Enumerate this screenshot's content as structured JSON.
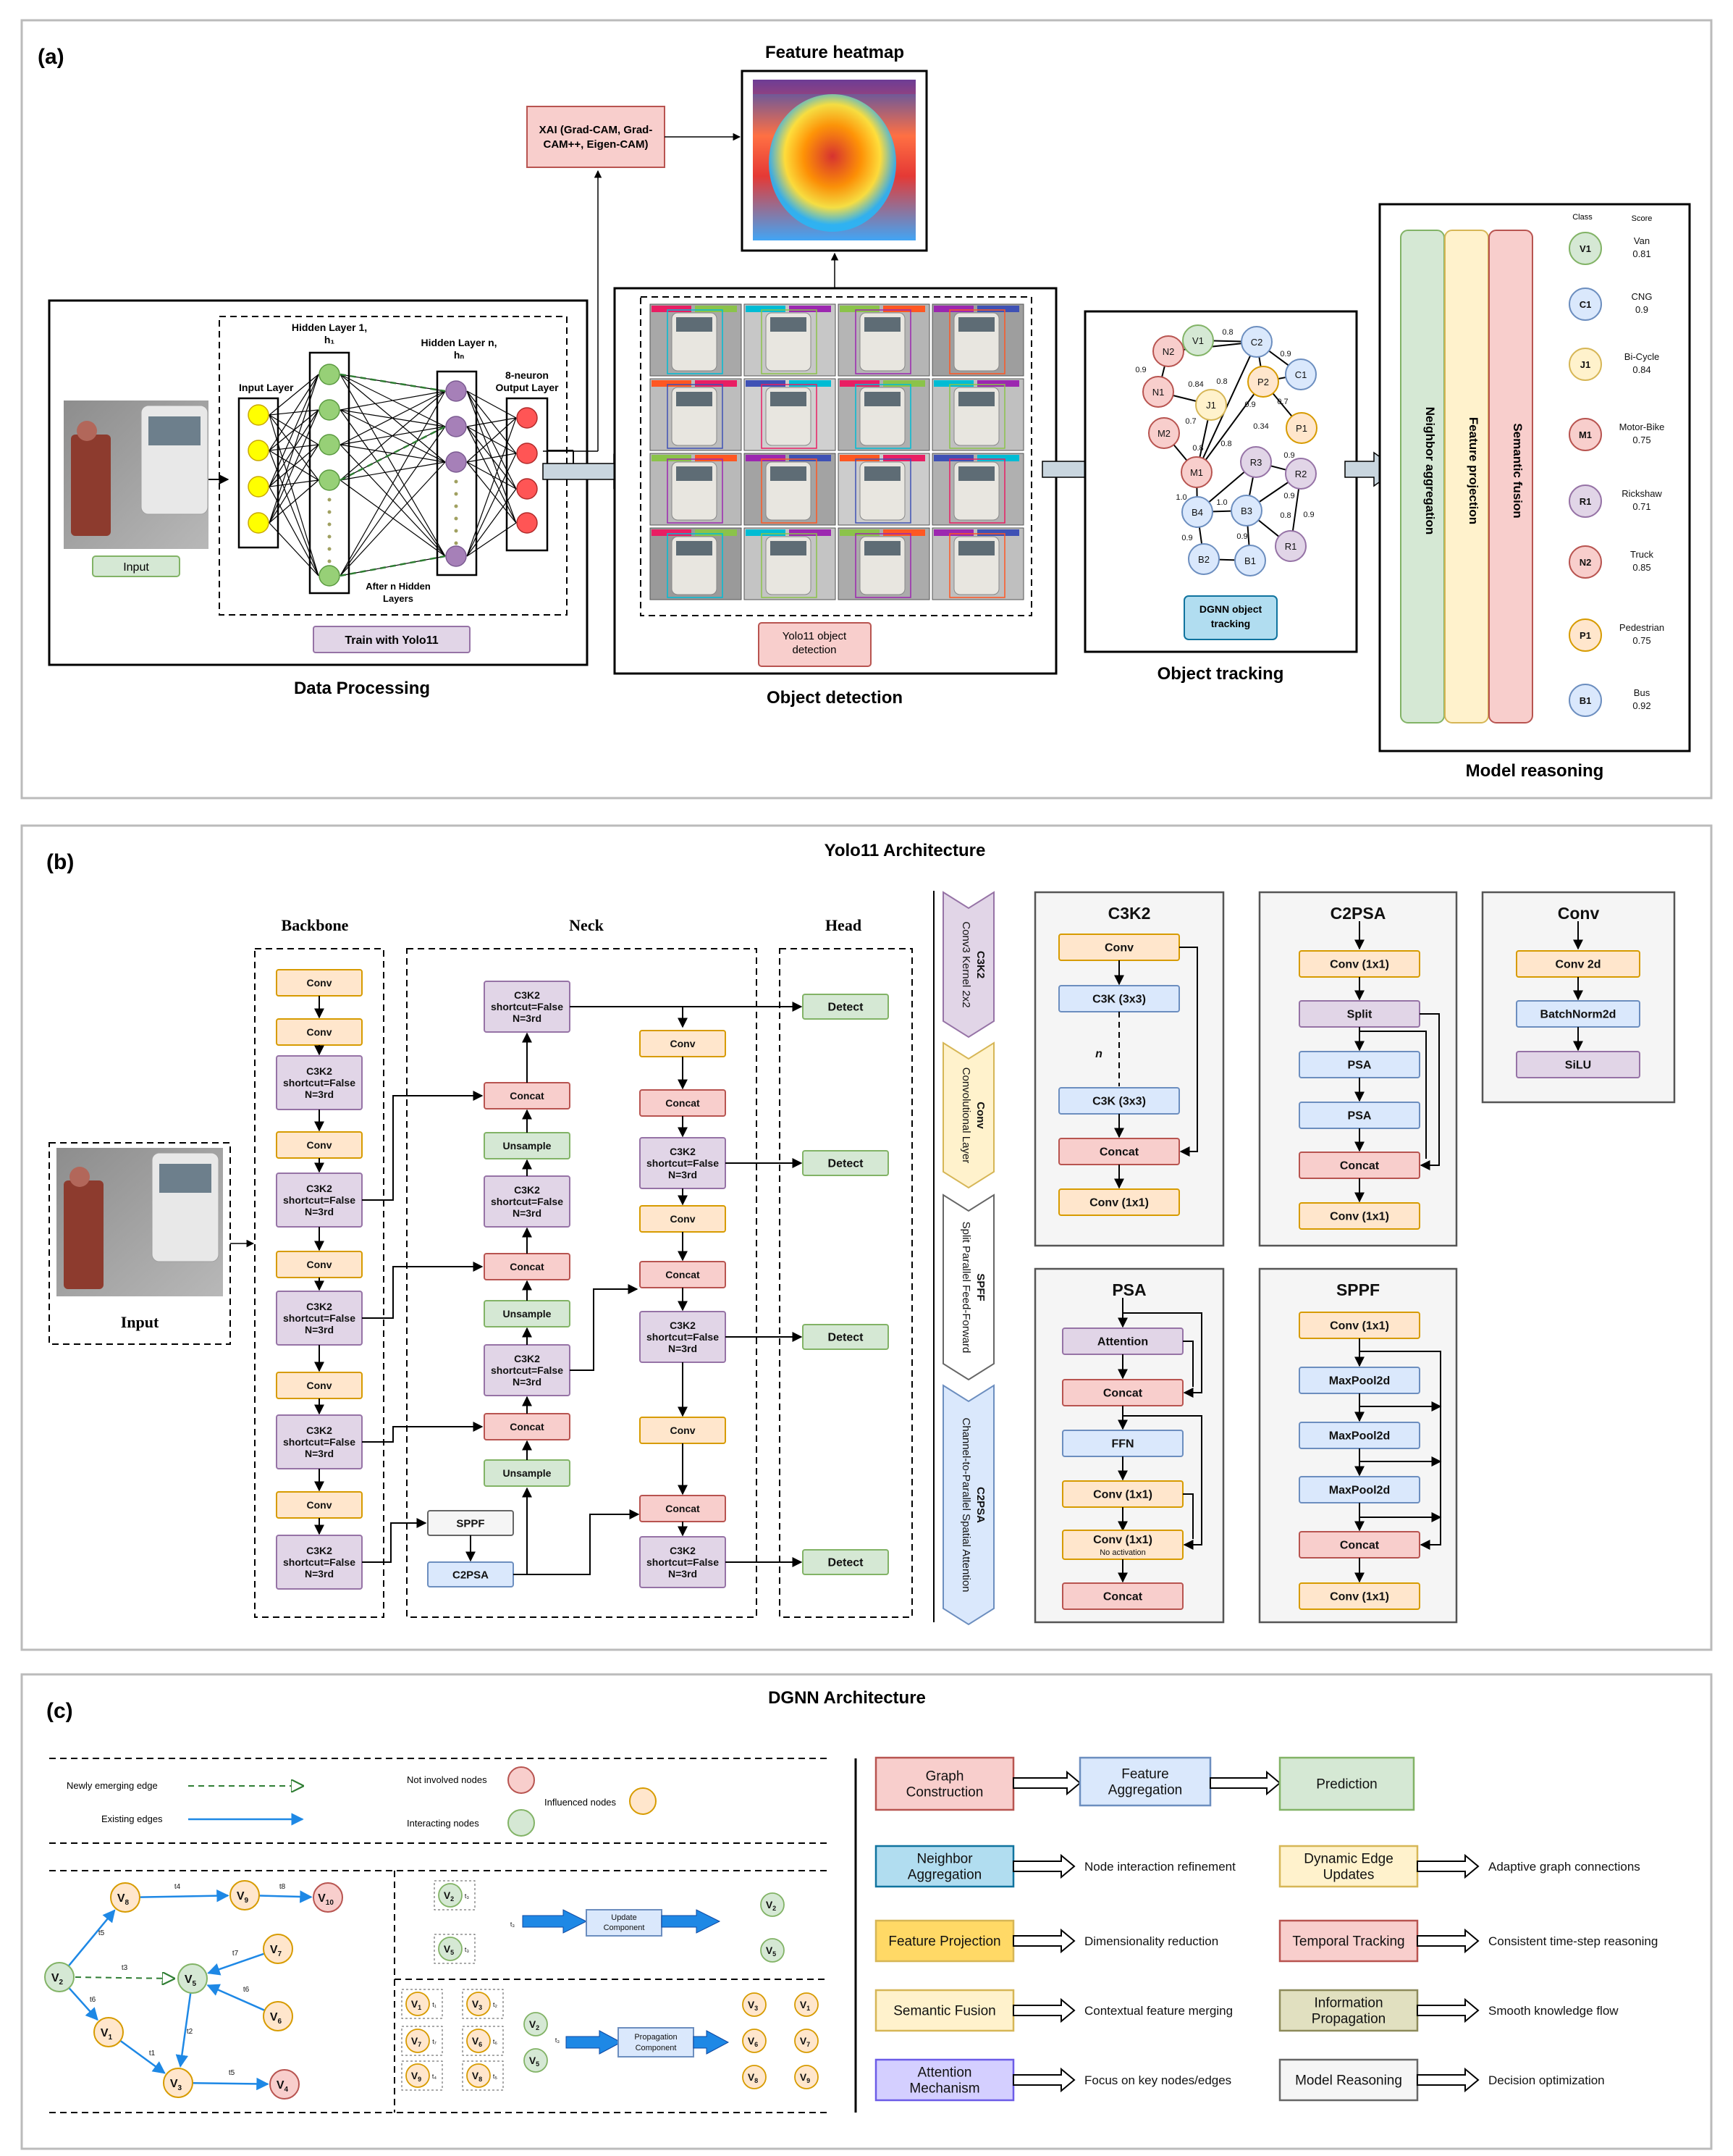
{
  "panel_a": {
    "label": "(a)",
    "feature_heatmap": "Feature heatmap",
    "xai": [
      "XAI (Grad-CAM, Grad-",
      "CAM++, Eigen-CAM)"
    ],
    "input_label": "Input",
    "input_layer": "Input Layer",
    "hidden_layer_1": [
      "Hidden Layer 1,",
      "h₁"
    ],
    "hidden_layer_n": [
      "Hidden Layer n,",
      "hₙ"
    ],
    "output_layer": [
      "8-neuron",
      "Output Layer"
    ],
    "after_n": [
      "After n Hidden",
      "Layers"
    ],
    "train_label": "Train with Yolo11",
    "data_processing": "Data Processing",
    "detection_label": [
      "Yolo11 object",
      "detection"
    ],
    "object_detection": "Object detection",
    "dgnn_tracking": [
      "DGNN object",
      "tracking"
    ],
    "object_tracking": "Object tracking",
    "model_reasoning": "Model reasoning",
    "bars": [
      "Neighbor aggregation",
      "Feature projection",
      "Semantic fusion"
    ],
    "class_header": "Class",
    "score_header": "Score",
    "classes": [
      {
        "id": "V1",
        "name": "Van",
        "score": "0.81"
      },
      {
        "id": "C1",
        "name": "CNG",
        "score": "0.9"
      },
      {
        "id": "J1",
        "name": "Bi-Cycle",
        "score": "0.84"
      },
      {
        "id": "M1",
        "name": "Motor-Bike",
        "score": "0.75"
      },
      {
        "id": "R1",
        "name": "Rickshaw",
        "score": "0.71"
      },
      {
        "id": "N2",
        "name": "Truck",
        "score": "0.85"
      },
      {
        "id": "P1",
        "name": "Pedestrian",
        "score": "0.75"
      },
      {
        "id": "B1",
        "name": "Bus",
        "score": "0.92"
      }
    ],
    "graph_nodes": [
      "N2",
      "V1",
      "C2",
      "C1",
      "P2",
      "N1",
      "J1",
      "P1",
      "M2",
      "M1",
      "R3",
      "R2",
      "B4",
      "B3",
      "R1",
      "B2",
      "B1"
    ],
    "graph_weights": [
      "0.8",
      "0.9",
      "0.9",
      "0.84",
      "0.8",
      "0.9",
      "0.7",
      "0.7",
      "0.8",
      "0.34",
      "0.8",
      "0.9",
      "1.0",
      "1.0",
      "0.9",
      "0.9",
      "0.9",
      "0.8",
      "0.9"
    ]
  },
  "panel_b": {
    "label": "(b)",
    "title": "Yolo11 Architecture",
    "backbone": "Backbone",
    "neck": "Neck",
    "head": "Head",
    "input": "Input",
    "conv": "Conv",
    "c3k2": [
      "C3K2",
      "shortcut=False",
      "N=3rd"
    ],
    "concat": "Concat",
    "unsample": "Unsample",
    "detect": "Detect",
    "sppf": "SPPF",
    "c2psa": "C2PSA",
    "legend": [
      {
        "name": "C3K2",
        "desc": "Conv3 Kernel 2x2"
      },
      {
        "name": "Conv",
        "desc": "Convolutional Layer"
      },
      {
        "name": "SPFF",
        "desc": "Split Parallel Feed-Forward"
      },
      {
        "name": "C2PSA",
        "desc": "Channel-to-Parallel Spatial Attention"
      }
    ],
    "mod_c3k2": {
      "title": "C3K2",
      "items": [
        "Conv",
        "C3K (3x3)",
        "n",
        "C3K (3x3)",
        "Concat",
        "Conv (1x1)"
      ]
    },
    "mod_c2psa": {
      "title": "C2PSA",
      "items": [
        "Conv (1x1)",
        "Split",
        "PSA",
        "PSA",
        "Concat",
        "Conv (1x1)"
      ]
    },
    "mod_conv": {
      "title": "Conv",
      "items": [
        "Conv 2d",
        "BatchNorm2d",
        "SiLU"
      ]
    },
    "mod_psa": {
      "title": "PSA",
      "items": [
        "Attention",
        "Concat",
        "FFN",
        "Conv (1x1)",
        "Conv (1x1)",
        "No activation",
        "Concat"
      ]
    },
    "mod_sppf": {
      "title": "SPPF",
      "items": [
        "Conv (1x1)",
        "MaxPool2d",
        "MaxPool2d",
        "MaxPool2d",
        "Concat",
        "Conv (1x1)"
      ]
    }
  },
  "panel_c": {
    "label": "(c)",
    "title": "DGNN Architecture",
    "legend": {
      "new_edge": "Newly emerging edge",
      "existing": "Existing edges",
      "not_involved": "Not involved nodes",
      "interacting": "Interacting nodes",
      "influenced": "Influenced nodes"
    },
    "update_component": [
      "Update",
      "Component"
    ],
    "propagation_component": [
      "Propagation",
      "Component"
    ],
    "flow": [
      [
        "Graph",
        "Construction"
      ],
      [
        "Feature",
        "Aggregation"
      ],
      [
        "Prediction"
      ]
    ],
    "items": [
      {
        "box": [
          "Neighbor",
          "Aggregation"
        ],
        "desc": "Node interaction refinement"
      },
      {
        "box": [
          "Dynamic Edge",
          "Updates"
        ],
        "desc": "Adaptive graph connections"
      },
      {
        "box": [
          "Feature Projection"
        ],
        "desc": "Dimensionality reduction"
      },
      {
        "box": [
          "Temporal Tracking"
        ],
        "desc": "Consistent time-step reasoning"
      },
      {
        "box": [
          "Semantic Fusion"
        ],
        "desc": "Contextual feature merging"
      },
      {
        "box": [
          "Information",
          "Propagation"
        ],
        "desc": "Smooth knowledge flow"
      },
      {
        "box": [
          "Attention",
          "Mechanism"
        ],
        "desc": "Focus on key nodes/edges"
      },
      {
        "box": [
          "Model Reasoning"
        ],
        "desc": "Decision optimization"
      }
    ]
  },
  "colors": {
    "green": "#d5e8d4",
    "green_s": "#82b366",
    "blue": "#dae8fc",
    "blue_s": "#6c8ebf",
    "red": "#f8cecc",
    "red_s": "#b85450",
    "orange": "#ffe6cc",
    "orange_s": "#d79b00",
    "purple": "#e1d5e7",
    "purple_s": "#9673a6",
    "yellow": "#fff2cc",
    "yellow_s": "#d6b656",
    "neuron_yellow": "#ffff00",
    "neuron_green": "#97d077",
    "neuron_purple": "#a680b8",
    "neuron_red": "#ff5555"
  }
}
